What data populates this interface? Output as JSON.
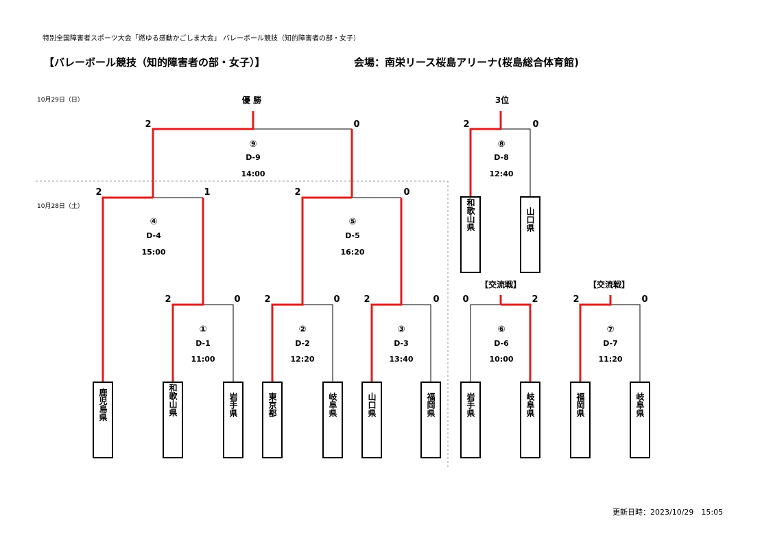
{
  "header": {
    "event_line": "特別全国障害者スポーツ大会「燃ゆる感動かごしま大会」 バレーボール競技（知的障害者の部・女子）",
    "title": "【バレーボール競技（知的障害者の部・女子）】",
    "venue": "会場：南栄リース桜島アリーナ(桜島総合体育館)"
  },
  "dates": {
    "day2": "10月29日（日）",
    "day1": "10月28日（土）"
  },
  "labels": {
    "champion": "優 勝",
    "third_place": "3位",
    "exchange_1": "【交流戦】",
    "exchange_2": "【交流戦】"
  },
  "matches": {
    "m1": {
      "number": "①",
      "code": "D-1",
      "time": "11:00",
      "score_left": "2",
      "score_right": "0"
    },
    "m2": {
      "number": "②",
      "code": "D-2",
      "time": "12:20",
      "score_left": "2",
      "score_right": "0"
    },
    "m3": {
      "number": "③",
      "code": "D-3",
      "time": "13:40",
      "score_left": "2",
      "score_right": "0"
    },
    "m4": {
      "number": "④",
      "code": "D-4",
      "time": "15:00",
      "score_left": "2",
      "score_right": "1"
    },
    "m5": {
      "number": "⑤",
      "code": "D-5",
      "time": "16:20",
      "score_left": "2",
      "score_right": "0"
    },
    "m6": {
      "number": "⑥",
      "code": "D-6",
      "time": "10:00",
      "score_left": "0",
      "score_right": "2"
    },
    "m7": {
      "number": "⑦",
      "code": "D-7",
      "time": "11:20",
      "score_left": "2",
      "score_right": "0"
    },
    "m8": {
      "number": "⑧",
      "code": "D-8",
      "time": "12:40",
      "score_left": "2",
      "score_right": "0"
    },
    "m9": {
      "number": "⑨",
      "code": "D-9",
      "time": "14:00",
      "score_left": "2",
      "score_right": "0"
    }
  },
  "teams": {
    "kagoshima": "鹿児島県",
    "wakayama": "和歌山県",
    "iwate": "岩手県",
    "tokyo": "東京都",
    "gifu": "岐阜県",
    "yamaguchi": "山口県",
    "fukuoka": "福岡県",
    "iwate_b": "岩手県",
    "gifu_b": "岐阜県",
    "fukuoka_b": "福岡県",
    "gifu_c": "岐阜県",
    "wakayama_top": "和歌山県",
    "yamaguchi_top": "山口県"
  },
  "footer": {
    "updated": "更新日時：2023/10/29　15:05"
  },
  "colors": {
    "winner_line": "#e11c1c",
    "loser_line": "#000000",
    "divider": "#999999"
  }
}
